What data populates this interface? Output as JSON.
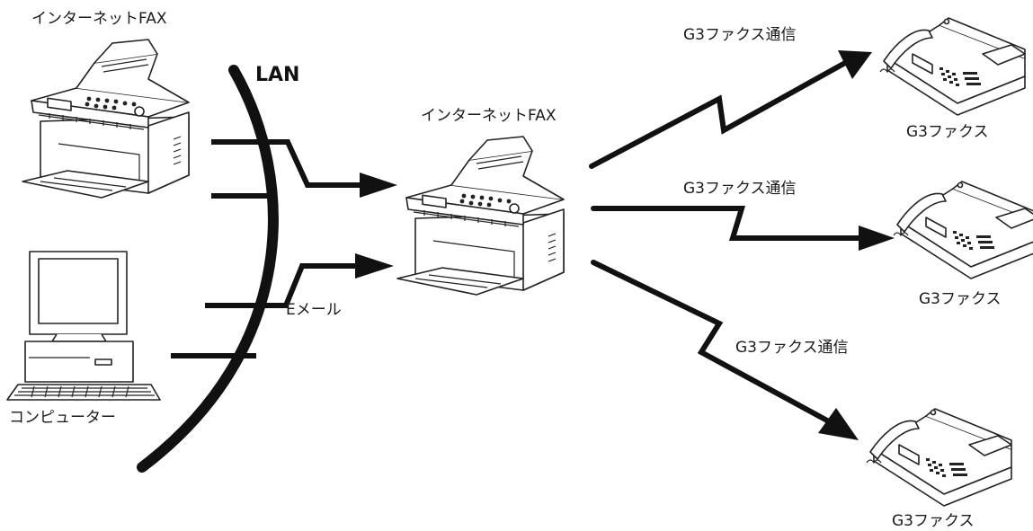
{
  "labels": {
    "source_fax": "インターネットFAX",
    "lan": "LAN",
    "computer": "コンピューター",
    "email": "Eメール",
    "center_fax": "インターネットFAX",
    "g3_comm_1": "G3ファクス通信",
    "g3_comm_2": "G3ファクス通信",
    "g3_comm_3": "G3ファクス通信",
    "g3_fax_1": "G3ファクス",
    "g3_fax_2": "G3ファクス",
    "g3_fax_3": "G3ファクス"
  },
  "icons": {
    "source_fax": "internet-fax-icon",
    "center_fax": "internet-fax-icon",
    "computer": "computer-icon",
    "g3_fax": "g3-fax-machine-icon"
  },
  "colors": {
    "line": "#111111",
    "background": "#ffffff"
  }
}
